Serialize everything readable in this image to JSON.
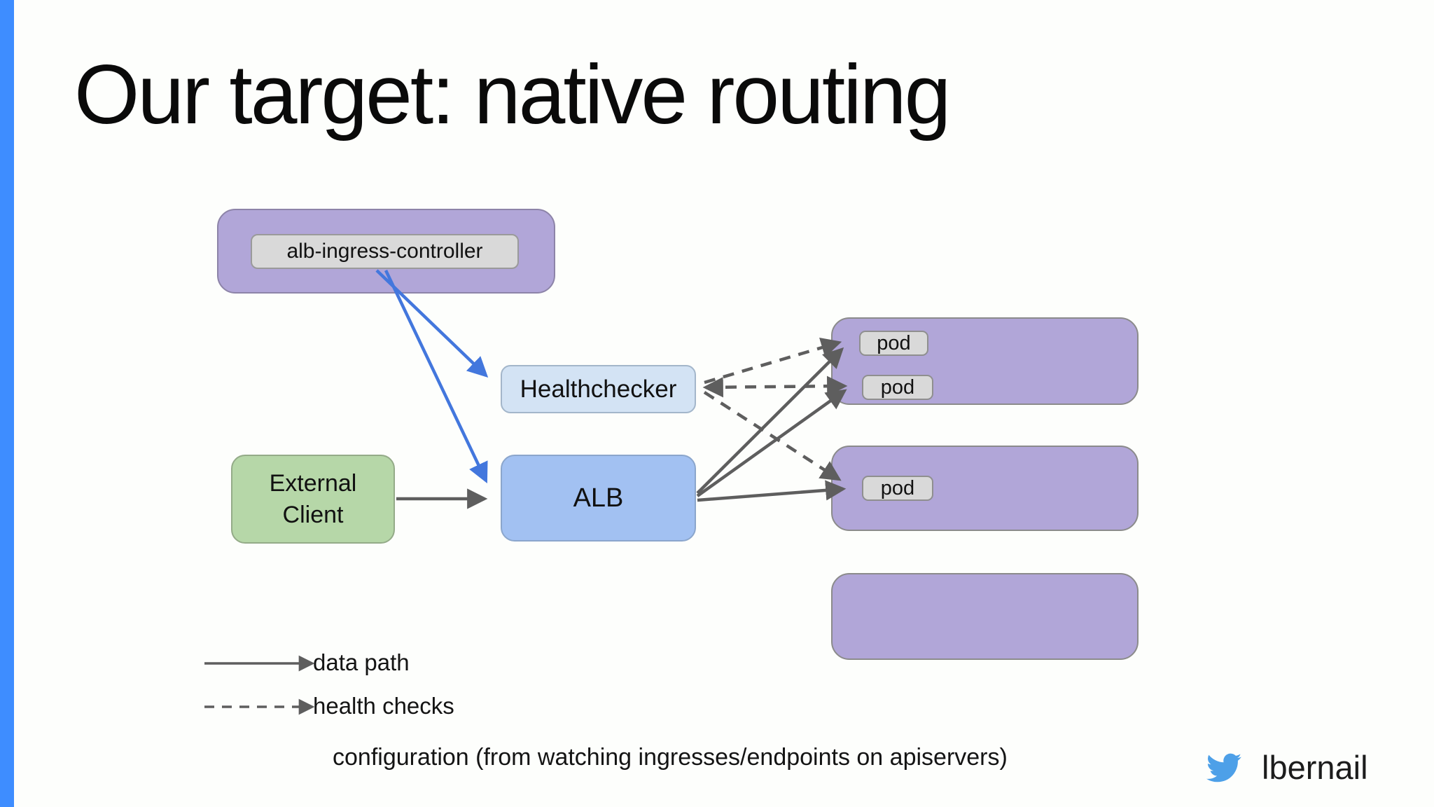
{
  "slide": {
    "title": "Our target: native routing",
    "footer": {
      "handle": "lbernail",
      "icon": "twitter-bird-icon"
    }
  },
  "diagram": {
    "nodes": {
      "controller": {
        "label": "alb-ingress-controller"
      },
      "healthchecker": {
        "label": "Healthchecker"
      },
      "alb": {
        "label": "ALB"
      },
      "external_client": {
        "label_line1": "External",
        "label_line2": "Client"
      },
      "pod_groups": [
        {
          "pods": [
            "pod",
            "pod"
          ]
        },
        {
          "pods": [
            "pod"
          ]
        },
        {
          "pods": []
        }
      ]
    },
    "edges": [
      {
        "from": "alb-ingress-controller",
        "to": "Healthchecker",
        "type": "configuration",
        "style": "solid-blue"
      },
      {
        "from": "alb-ingress-controller",
        "to": "ALB",
        "type": "configuration",
        "style": "solid-blue"
      },
      {
        "from": "External Client",
        "to": "ALB",
        "type": "data path",
        "style": "solid-gray"
      },
      {
        "from": "ALB",
        "to": "pod-1",
        "type": "data path",
        "style": "solid-gray"
      },
      {
        "from": "ALB",
        "to": "pod-2",
        "type": "data path",
        "style": "solid-gray"
      },
      {
        "from": "ALB",
        "to": "pod-3",
        "type": "data path",
        "style": "solid-gray"
      },
      {
        "from": "Healthchecker",
        "to": "pod-1",
        "type": "health checks",
        "style": "dashed-gray"
      },
      {
        "from": "Healthchecker",
        "to": "pod-2",
        "type": "health checks",
        "style": "dashed-gray-bidirectional"
      },
      {
        "from": "Healthchecker",
        "to": "pod-3",
        "type": "health checks",
        "style": "dashed-gray"
      }
    ],
    "legend": {
      "items": [
        {
          "style": "solid-arrow",
          "label": "data path"
        },
        {
          "style": "dashed-arrow",
          "label": "health checks"
        },
        {
          "style": "text-only",
          "label": "configuration (from watching ingresses/endpoints on apiservers)"
        }
      ]
    }
  },
  "colors": {
    "accent_bar": "#3e8dff",
    "purple_group": "#b1a6d8",
    "green_box": "#b6d7a8",
    "blue_box": "#a2c1f2",
    "light_blue_box": "#d3e3f4",
    "gray_chip": "#d9d9d9",
    "arrow_gray": "#5e5e5e",
    "arrow_blue": "#4377dd",
    "twitter_blue": "#4da0e8"
  }
}
